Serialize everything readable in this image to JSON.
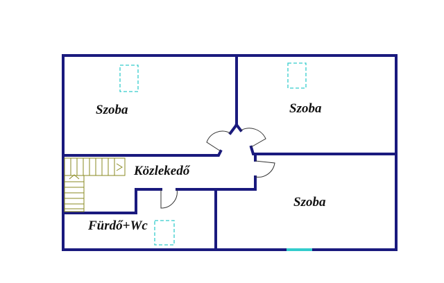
{
  "rooms": {
    "room_top_left": "Szoba",
    "room_top_right": "Szoba",
    "room_bottom_right": "Szoba",
    "corridor": "Közlekedő",
    "bathroom": "Fürdő+Wc"
  },
  "colors": {
    "wall": "#1a1a7e",
    "window": "#33cccc",
    "stairs": "#8a8a20",
    "door": "#333333"
  }
}
